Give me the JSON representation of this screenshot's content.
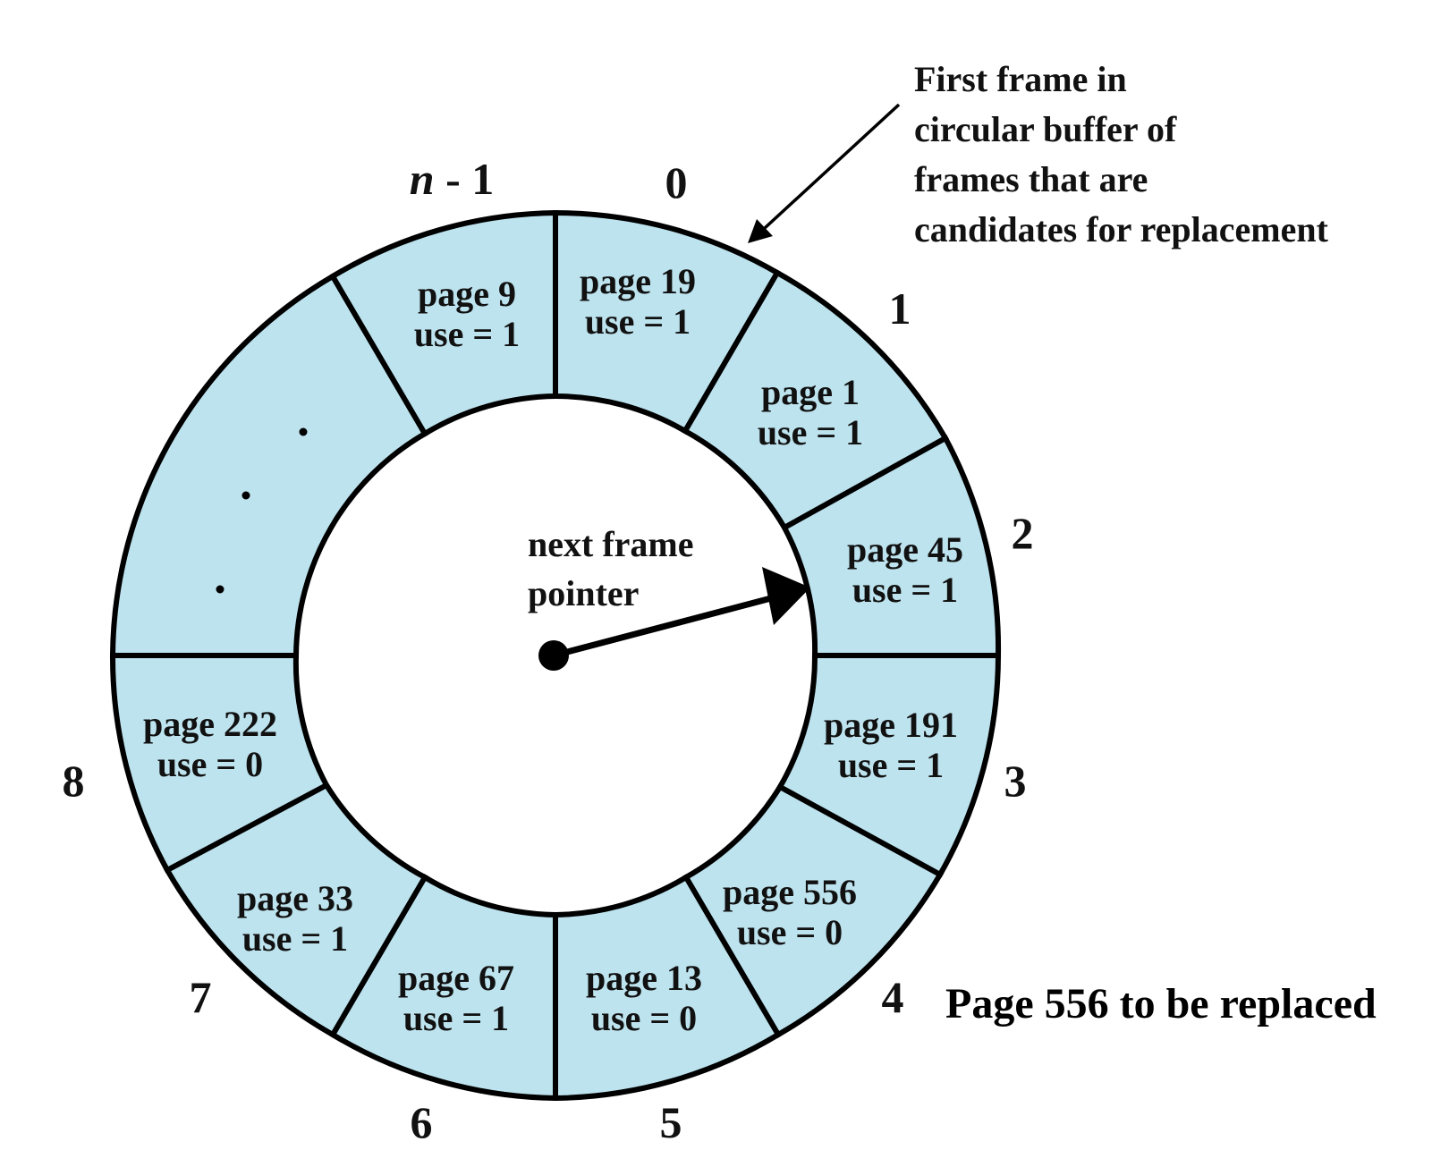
{
  "frames": [
    {
      "index": "0",
      "page": "page 19",
      "use": "use = 1"
    },
    {
      "index": "1",
      "page": "page 1",
      "use": "use = 1"
    },
    {
      "index": "2",
      "page": "page 45",
      "use": "use = 1"
    },
    {
      "index": "3",
      "page": "page 191",
      "use": "use = 1"
    },
    {
      "index": "4",
      "page": "page 556",
      "use": "use = 0"
    },
    {
      "index": "5",
      "page": "page 13",
      "use": "use = 0"
    },
    {
      "index": "6",
      "page": "page 67",
      "use": "use = 1"
    },
    {
      "index": "7",
      "page": "page 33",
      "use": "use = 1"
    },
    {
      "index": "8",
      "page": "page 222",
      "use": "use = 0"
    },
    {
      "index": "n - 1",
      "page": "page 9",
      "use": "use = 1"
    }
  ],
  "last_index": {
    "n": "n",
    "rest": " - 1"
  },
  "pointer_label": {
    "line1": "next frame",
    "line2": "pointer"
  },
  "first_frame_note": [
    "First frame in",
    "circular buffer of",
    "frames that are",
    "candidates for replacement"
  ],
  "replacement_note": "Page 556 to be replaced",
  "colors": {
    "segment_fill": "#bde3ee",
    "stroke": "#000000"
  }
}
